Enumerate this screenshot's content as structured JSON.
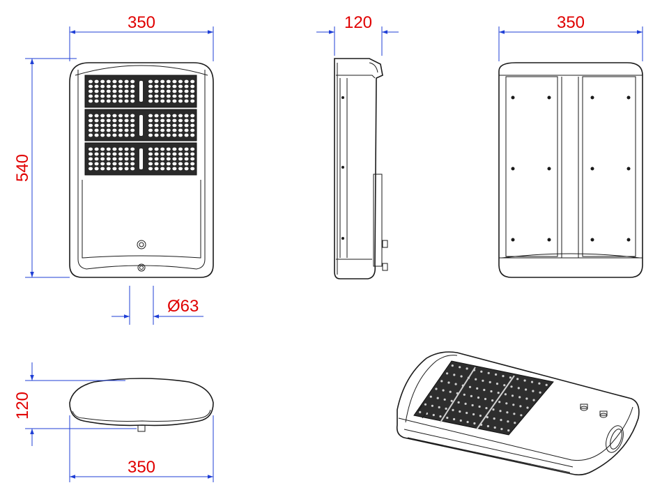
{
  "colors": {
    "dimension_line": "#1f3fd6",
    "dimension_text": "#e00000",
    "outline": "#1a1a1a",
    "led": "#ffffff"
  },
  "dimensions": {
    "front_width": "350",
    "front_height": "540",
    "hole_diameter": "Ø63",
    "side_depth": "120",
    "back_width": "350",
    "bottom_height": "120",
    "bottom_width": "350"
  }
}
